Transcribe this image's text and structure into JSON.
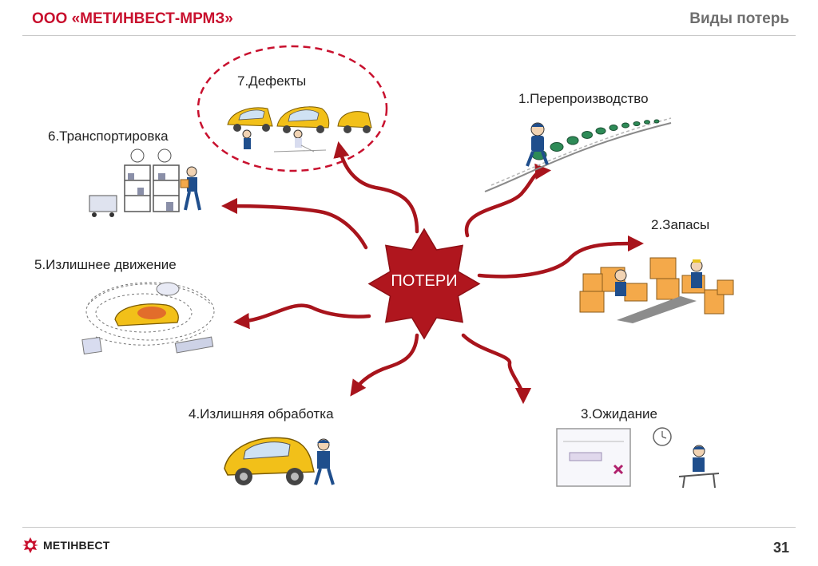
{
  "header": {
    "company": "ООО «МЕТИНВЕСТ-МРМЗ»",
    "slide_title": "Виды потерь"
  },
  "center": {
    "label": "ПОТЕРИ"
  },
  "losses": [
    {
      "label": "1.Перепроизводство",
      "icon": "overproduction-icon"
    },
    {
      "label": "2.Запасы",
      "icon": "inventory-boxes-icon"
    },
    {
      "label": "3.Ожидание",
      "icon": "waiting-icon"
    },
    {
      "label": "4.Излишняя обработка",
      "icon": "overprocessing-car-icon"
    },
    {
      "label": "5.Излишнее движение",
      "icon": "excess-motion-icon"
    },
    {
      "label": "6.Транспортировка",
      "icon": "transportation-icon"
    },
    {
      "label": "7.Дефекты",
      "icon": "defects-cars-icon"
    }
  ],
  "footer": {
    "logo_text": "METIHBECT",
    "page_number": "31"
  },
  "colors": {
    "brand_red": "#c8102e",
    "arrow_red": "#a8141c",
    "star_fill": "#b0161e"
  }
}
